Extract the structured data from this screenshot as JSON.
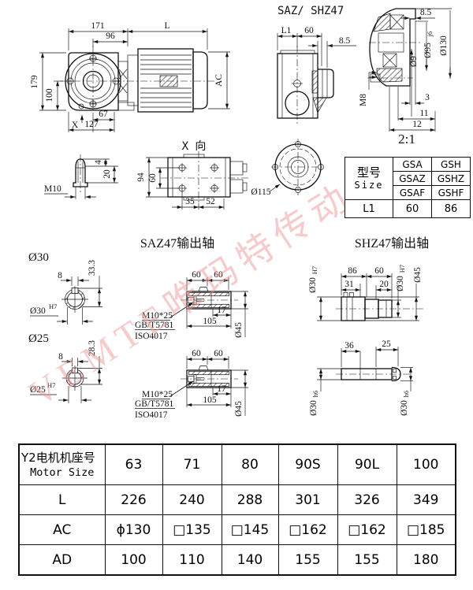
{
  "watermark": "VEMTE唯玛特传动",
  "titles": {
    "side_view": "SAZ/ SHZ47",
    "detail_scale": "2:1",
    "x_view": "X 向",
    "saz_section": "SAZ47输出轴",
    "shz_section": "SHZ47输出轴"
  },
  "main_view": {
    "w171": "171",
    "L": "L",
    "w96": "96",
    "h179": "179",
    "h100": "100",
    "ac": "AC",
    "x": "X",
    "w67": "67",
    "w127": "127"
  },
  "side_view": {
    "l1": "L1",
    "w60": "60",
    "w85": "8.5"
  },
  "detail_view": {
    "w85": "8.5",
    "d9": "Ø9",
    "d95": "Ø95",
    "d95t": "j6",
    "d130": "Ø130",
    "m8": "M8",
    "w3": "3",
    "w11": "11",
    "w12": "12"
  },
  "plug_view": {
    "m10": "M10",
    "h4": "4",
    "h20": "20"
  },
  "x_view": {
    "h94": "94",
    "h60": "60",
    "w35": "35",
    "w52": "52"
  },
  "flange_view": {
    "d115": "Ø115"
  },
  "size_table": {
    "header_cn": "型号",
    "header_en": "Size",
    "models": [
      [
        "GSA",
        "GSH"
      ],
      [
        "GSAZ",
        "GSHZ"
      ],
      [
        "GSAF",
        "GSHF"
      ]
    ],
    "row_label": "L1",
    "values": [
      "60",
      "86"
    ]
  },
  "saz": {
    "d30_label": "Ø30",
    "d25_label": "Ø25",
    "c30": {
      "w8": "8",
      "h333": "33.3",
      "bore": "Ø30",
      "tol": "H7"
    },
    "c25": {
      "w8": "8",
      "h283": "28.3",
      "bore": "Ø25",
      "tol": "H7"
    },
    "shaft": {
      "w60a": "60",
      "w60b": "60",
      "w17": "17",
      "w105": "105",
      "d45": "Ø45",
      "note1": "M10*25",
      "note2": "GB/T5781",
      "note3": "ISO4017"
    }
  },
  "shz": {
    "upper": {
      "dl": "Ø30",
      "dlt": "H7",
      "w86": "86",
      "w60": "60",
      "w31": "31",
      "w20": "20",
      "dr": "Ø30",
      "drt": "H7",
      "d45": "Ø45"
    },
    "lower": {
      "w36": "36",
      "w25": "25",
      "dl": "Ø30",
      "dlt": "h6",
      "dr": "Ø30",
      "drt": "h6"
    }
  },
  "motor_table": {
    "header_cn": "Y2电机机座号",
    "header_en": "Motor Size",
    "sizes": [
      "63",
      "71",
      "80",
      "90S",
      "90L",
      "100"
    ],
    "rows": [
      {
        "label": "L",
        "values": [
          "226",
          "240",
          "288",
          "301",
          "326",
          "349"
        ]
      },
      {
        "label": "AC",
        "values": [
          "ϕ130",
          "□135",
          "□145",
          "□162",
          "□162",
          "□185"
        ]
      },
      {
        "label": "AD",
        "values": [
          "100",
          "110",
          "140",
          "155",
          "155",
          "180"
        ]
      }
    ]
  }
}
